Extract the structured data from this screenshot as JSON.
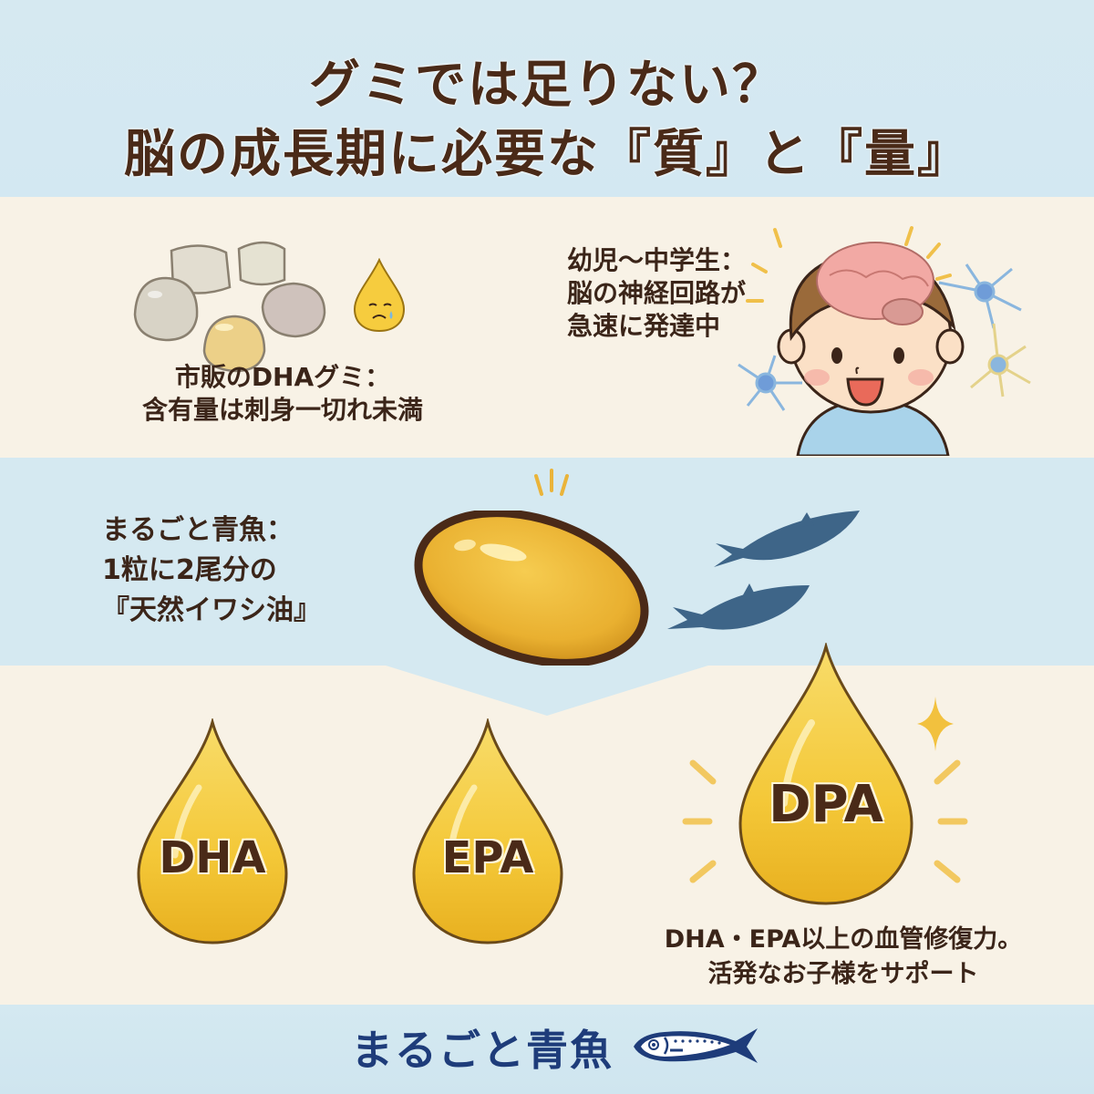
{
  "title": {
    "line1": "グミでは足りない？",
    "line2": "脳の成長期に必要な『質』と『量』"
  },
  "section_gummy": {
    "caption_line1": "市販のDHAグミ：",
    "caption_line2": "含有量は刺身一切れ未満",
    "icons": [
      "gummy-candies-icon",
      "sad-oil-drop-icon"
    ]
  },
  "section_child": {
    "caption_line1": "幼児〜中学生：",
    "caption_line2": "脳の神経回路が",
    "caption_line3": "急速に発達中",
    "icons": [
      "child-brain-illustration",
      "neuron-icon"
    ]
  },
  "section_capsule": {
    "caption_line1": "まるごと青魚：",
    "caption_line2": "1粒に2尾分の",
    "caption_line3": "『天然イワシ油』",
    "icons": [
      "fish-oil-capsule-icon",
      "sardine-icon"
    ]
  },
  "section_drops": {
    "drops": [
      {
        "label": "DHA"
      },
      {
        "label": "EPA"
      },
      {
        "label": "DPA"
      }
    ],
    "dpa_caption_line1": "DHA・EPA以上の血管修復力。",
    "dpa_caption_line2": "活発なお子様をサポート"
  },
  "footer": {
    "logo_text": "まるごと青魚",
    "logo_icon": "fish-logo-icon"
  },
  "colors": {
    "sky_blue": "#d5e9f1",
    "cream": "#f8f2e6",
    "text_brown": "#3b2519",
    "oil_yellow": "#f4c842",
    "logo_navy": "#1e3c7a"
  }
}
